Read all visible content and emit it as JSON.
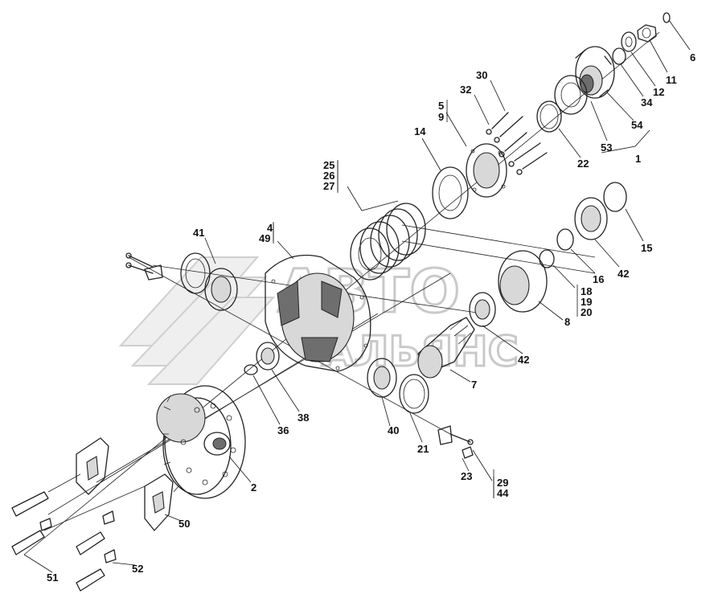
{
  "watermark": {
    "line1": "АВТО",
    "line2": "АЛЬЯНС"
  },
  "callouts": [
    {
      "id": "c30",
      "text": "30"
    },
    {
      "id": "c32",
      "text": "32"
    },
    {
      "id": "c5",
      "text": "5"
    },
    {
      "id": "c9",
      "text": "9"
    },
    {
      "id": "c14",
      "text": "14"
    },
    {
      "id": "c25",
      "text": "25"
    },
    {
      "id": "c26",
      "text": "26"
    },
    {
      "id": "c27",
      "text": "27"
    },
    {
      "id": "c6",
      "text": "6"
    },
    {
      "id": "c11",
      "text": "11"
    },
    {
      "id": "c12",
      "text": "12"
    },
    {
      "id": "c34",
      "text": "34"
    },
    {
      "id": "c54",
      "text": "54"
    },
    {
      "id": "c53",
      "text": "53"
    },
    {
      "id": "c22",
      "text": "22"
    },
    {
      "id": "c1",
      "text": "1"
    },
    {
      "id": "c4",
      "text": "4"
    },
    {
      "id": "c49",
      "text": "49"
    },
    {
      "id": "c41",
      "text": "41"
    },
    {
      "id": "c15",
      "text": "15"
    },
    {
      "id": "c42a",
      "text": "42"
    },
    {
      "id": "c16",
      "text": "16"
    },
    {
      "id": "c18",
      "text": "18"
    },
    {
      "id": "c19",
      "text": "19"
    },
    {
      "id": "c20",
      "text": "20"
    },
    {
      "id": "c8",
      "text": "8"
    },
    {
      "id": "c42b",
      "text": "42"
    },
    {
      "id": "c7",
      "text": "7"
    },
    {
      "id": "c36",
      "text": "36"
    },
    {
      "id": "c38",
      "text": "38"
    },
    {
      "id": "c40",
      "text": "40"
    },
    {
      "id": "c21",
      "text": "21"
    },
    {
      "id": "c23",
      "text": "23"
    },
    {
      "id": "c29",
      "text": "29"
    },
    {
      "id": "c44",
      "text": "44"
    },
    {
      "id": "c2",
      "text": "2"
    },
    {
      "id": "c50",
      "text": "50"
    },
    {
      "id": "c51",
      "text": "51"
    },
    {
      "id": "c52",
      "text": "52"
    }
  ]
}
